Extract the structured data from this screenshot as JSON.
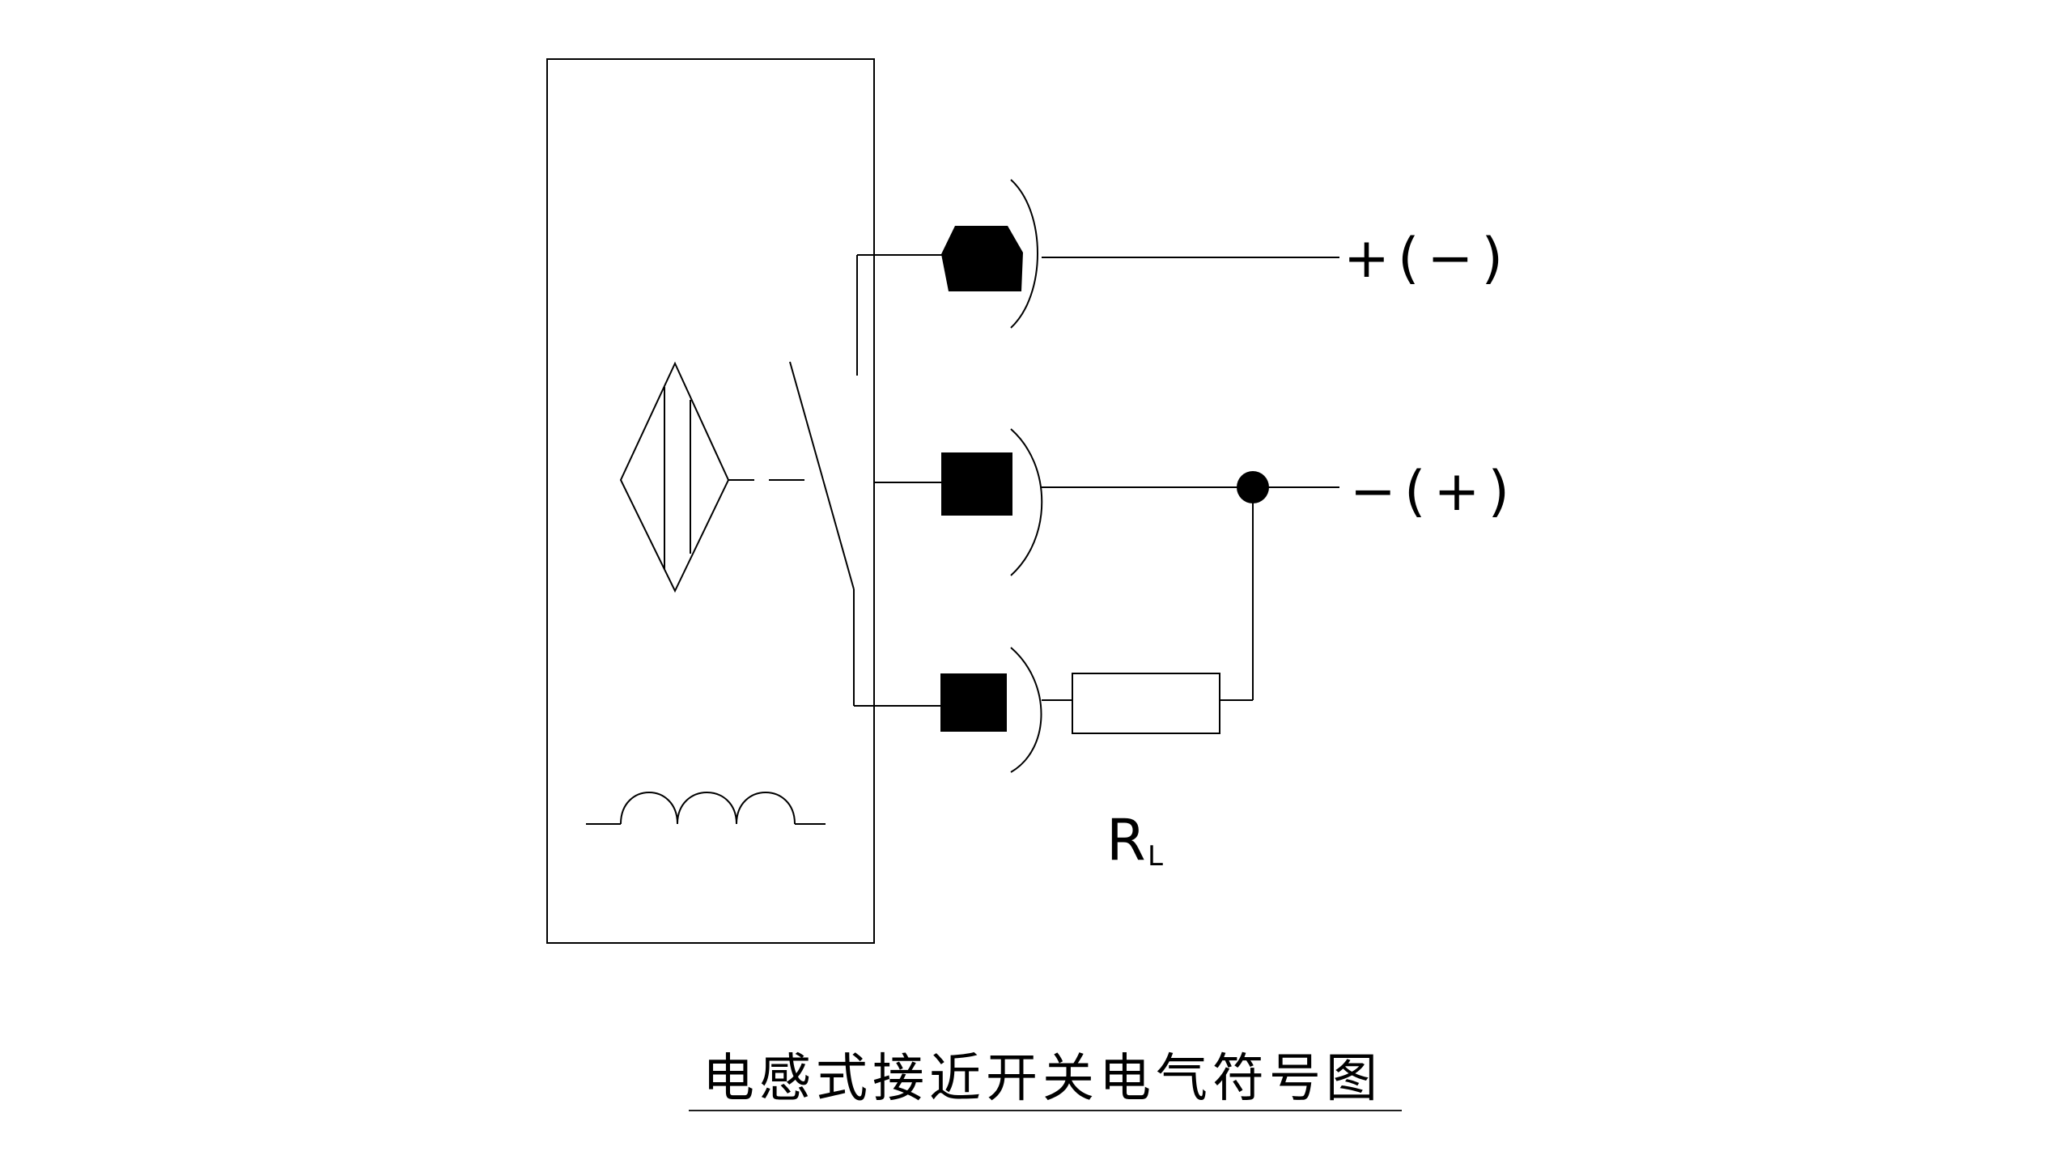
{
  "terminals": {
    "top_label": "+(−)",
    "middle_label": "−(+)"
  },
  "load": {
    "symbol_main": "R",
    "symbol_sub": "L"
  },
  "caption": "电感式接近开关电气符号图",
  "colors": {
    "line": "#000000",
    "background": "#ffffff"
  }
}
